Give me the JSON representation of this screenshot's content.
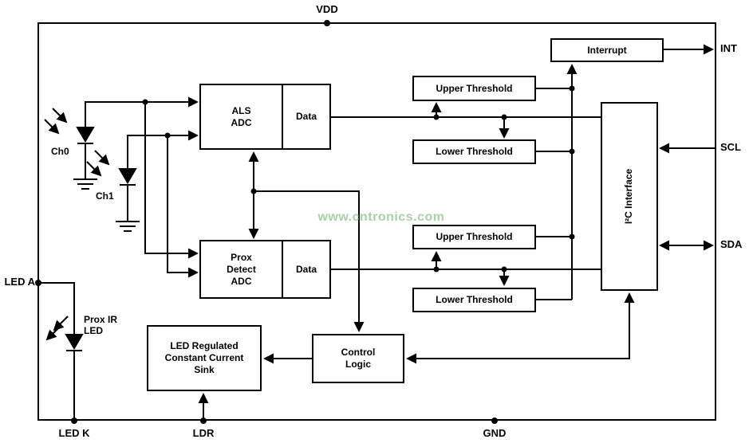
{
  "diagram": {
    "watermark": "www.cntronics.com"
  },
  "pins": {
    "vdd": "VDD",
    "int": "INT",
    "scl": "SCL",
    "sda": "SDA",
    "gnd": "GND",
    "ldr": "LDR",
    "led_k": "LED K",
    "led_a": "LED A"
  },
  "photodiodes": {
    "ch0": "Ch0",
    "ch1": "Ch1",
    "prox_ir_led": "Prox IR\nLED"
  },
  "blocks": {
    "interrupt": "Interrupt",
    "als_adc": "ALS\nADC",
    "als_data": "Data",
    "prox_adc": "Prox\nDetect\nADC",
    "prox_data": "Data",
    "als_upper_threshold": "Upper Threshold",
    "als_lower_threshold": "Lower Threshold",
    "prox_upper_threshold": "Upper Threshold",
    "prox_lower_threshold": "Lower Threshold",
    "i2c_interface": "I²C Interface",
    "control_logic": "Control\nLogic",
    "led_sink": "LED Regulated\nConstant Current\nSink"
  },
  "colors": {
    "line": "#000000",
    "watermark": "#9bc99b",
    "background": "#ffffff"
  }
}
